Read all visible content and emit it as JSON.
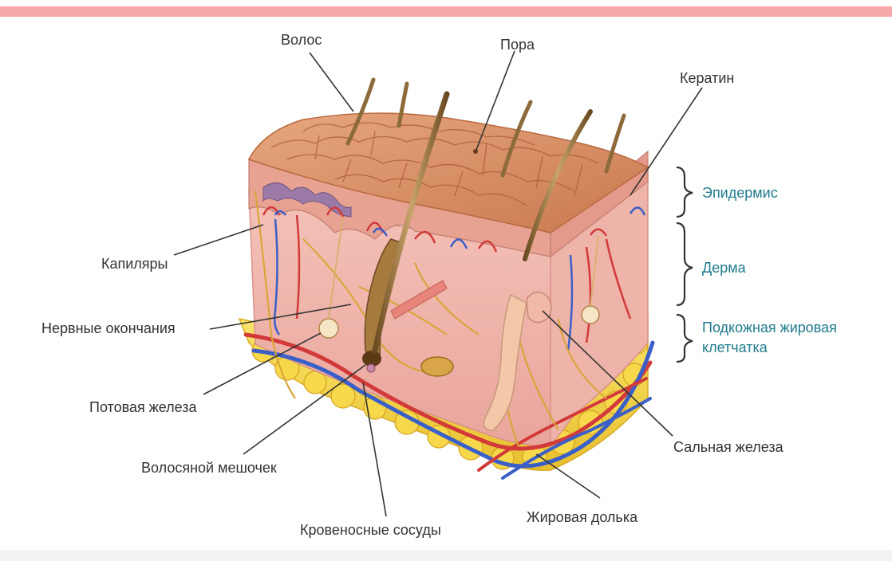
{
  "colors": {
    "top_bar": "#f6a9a8",
    "bottom_bar": "#f3f3f3",
    "label_text": "#333333",
    "layer_text": "#1e7b8c",
    "leader_line": "#333333"
  },
  "labels": {
    "hair": "Волос",
    "pore": "Пора",
    "keratin": "Кератин",
    "capillaries": "Капиляры",
    "nerve_endings": "Нервные окончания",
    "sweat_gland": "Потовая железа",
    "hair_follicle": "Волосяной мешочек",
    "blood_vessels": "Кровеносные сосуды",
    "fat_lobule": "Жировая долька",
    "sebaceous_gland": "Сальная железа"
  },
  "layers": {
    "epidermis": "Эпидермис",
    "dermis": "Дерма",
    "subcutaneous_line1": "Подкожная жировая",
    "subcutaneous_line2": "клетчатка"
  }
}
